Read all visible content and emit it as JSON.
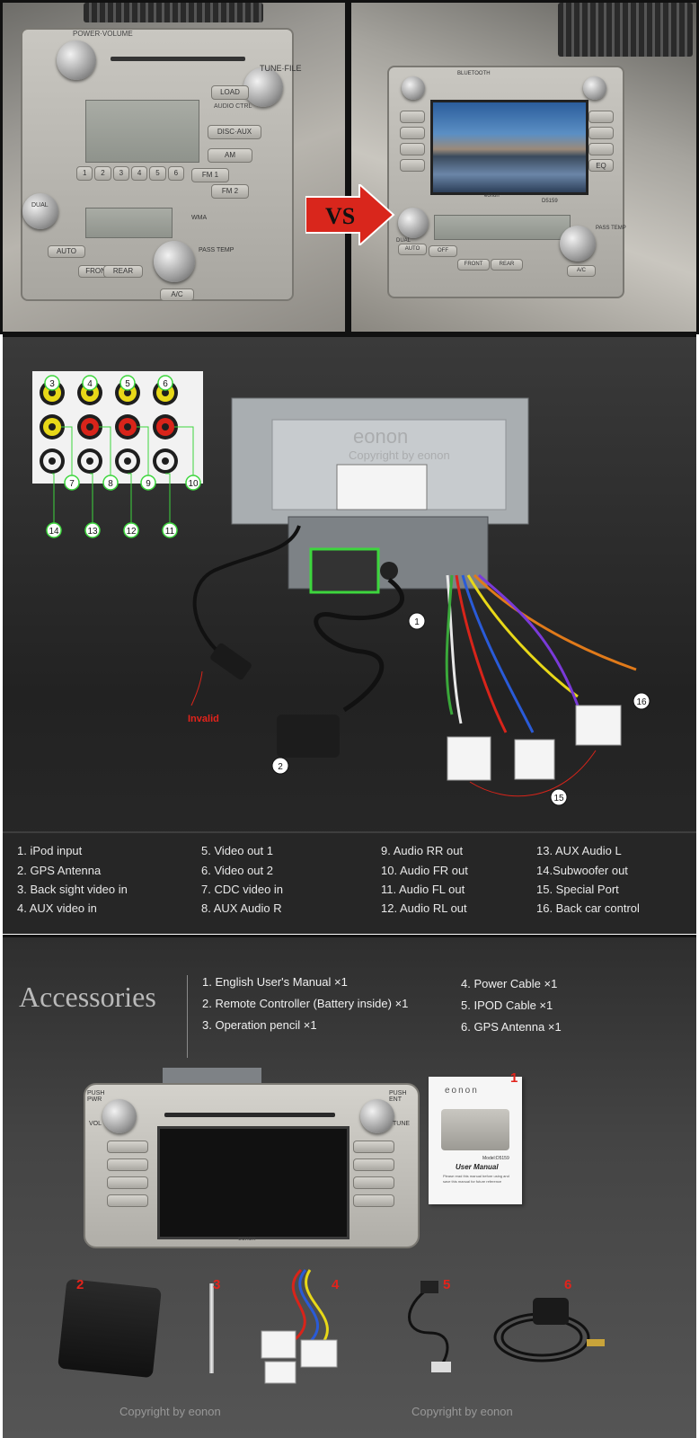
{
  "comparison": {
    "vs_label": "VS",
    "before_panel": {
      "knob_left_label": "POWER·VOLUME",
      "knob_right_label": "TUNE·FILE",
      "load_label": "LOAD",
      "audio_ctrl_label": "AUDIO CTRL",
      "disc_aux_label": "DISC·AUX",
      "am_label": "AM",
      "fm1_label": "FM 1",
      "fm2_label": "FM 2",
      "preset_buttons": [
        "1",
        "2",
        "3",
        "4",
        "5",
        "6"
      ],
      "dual_label": "DUAL",
      "auto_label": "AUTO",
      "front_label": "FRONT",
      "rear_label": "REAR",
      "ac_label": "A/C",
      "pass_temp_label": "PASS TEMP",
      "wma_label": "WMA"
    },
    "after_panel": {
      "bluetooth_label": "BLUETOOTH",
      "brand_label": "eonon",
      "model_label": "D5159",
      "auto_label": "AUTO",
      "off_label": "OFF",
      "front_label": "FRONT",
      "rear_label": "REAR",
      "ac_label": "A/C",
      "pass_temp_label": "PASS TEMP",
      "dual_label": "DUAL",
      "eq_label": "EQ"
    }
  },
  "connections": {
    "watermark_brand": "eonon",
    "watermark_text": "Copyright by eonon",
    "invalid_label": "Invalid",
    "callouts_top": [
      "3",
      "4",
      "5",
      "6"
    ],
    "callouts_mid": [
      "7",
      "8",
      "9",
      "10"
    ],
    "callouts_bottom": [
      "14",
      "13",
      "12",
      "11"
    ],
    "callouts_photo": [
      "1",
      "2",
      "15",
      "16"
    ],
    "legend_columns": [
      [
        "1. iPod input",
        "2. GPS Antenna",
        "3. Back sight video in",
        "4. AUX video in"
      ],
      [
        "5. Video out 1",
        "6. Video out 2",
        "7. CDC video in",
        "8. AUX Audio R"
      ],
      [
        "9. Audio RR out",
        "10. Audio FR out",
        "11. Audio FL out",
        "12. Audio RL out"
      ],
      [
        "13. AUX Audio L",
        "14.Subwoofer out",
        "15. Special Port",
        "16. Back car control"
      ]
    ]
  },
  "accessories": {
    "title": "Accessories",
    "list_left": [
      "1. English User's Manual ×1",
      "2. Remote Controller (Battery inside) ×1",
      "3. Operation pencil ×1"
    ],
    "list_right": [
      "4. Power Cable ×1",
      "5. IPOD Cable ×1",
      "6. GPS Antenna ×1"
    ],
    "unit_labels": {
      "push_pwr": "PUSH PWR",
      "push_ent": "PUSH ENT",
      "vol": "VOL",
      "tune": "TUNE",
      "brand": "eonon"
    },
    "manual": {
      "brand": "eonon",
      "title": "User Manual",
      "model": "Model:D5159",
      "note": "Please read this manual before using and save this manual for future reference"
    },
    "item_numbers": [
      "1",
      "2",
      "3",
      "4",
      "5",
      "6"
    ],
    "watermark_text": "Copyright by eonon"
  },
  "colors": {
    "callout_green": "#3dd63d",
    "accent_red": "#e3231b",
    "vs_red": "#d9261c",
    "jack_yellow": "#e8d818",
    "jack_red": "#d8241a",
    "jack_white": "#f2f2f2"
  }
}
